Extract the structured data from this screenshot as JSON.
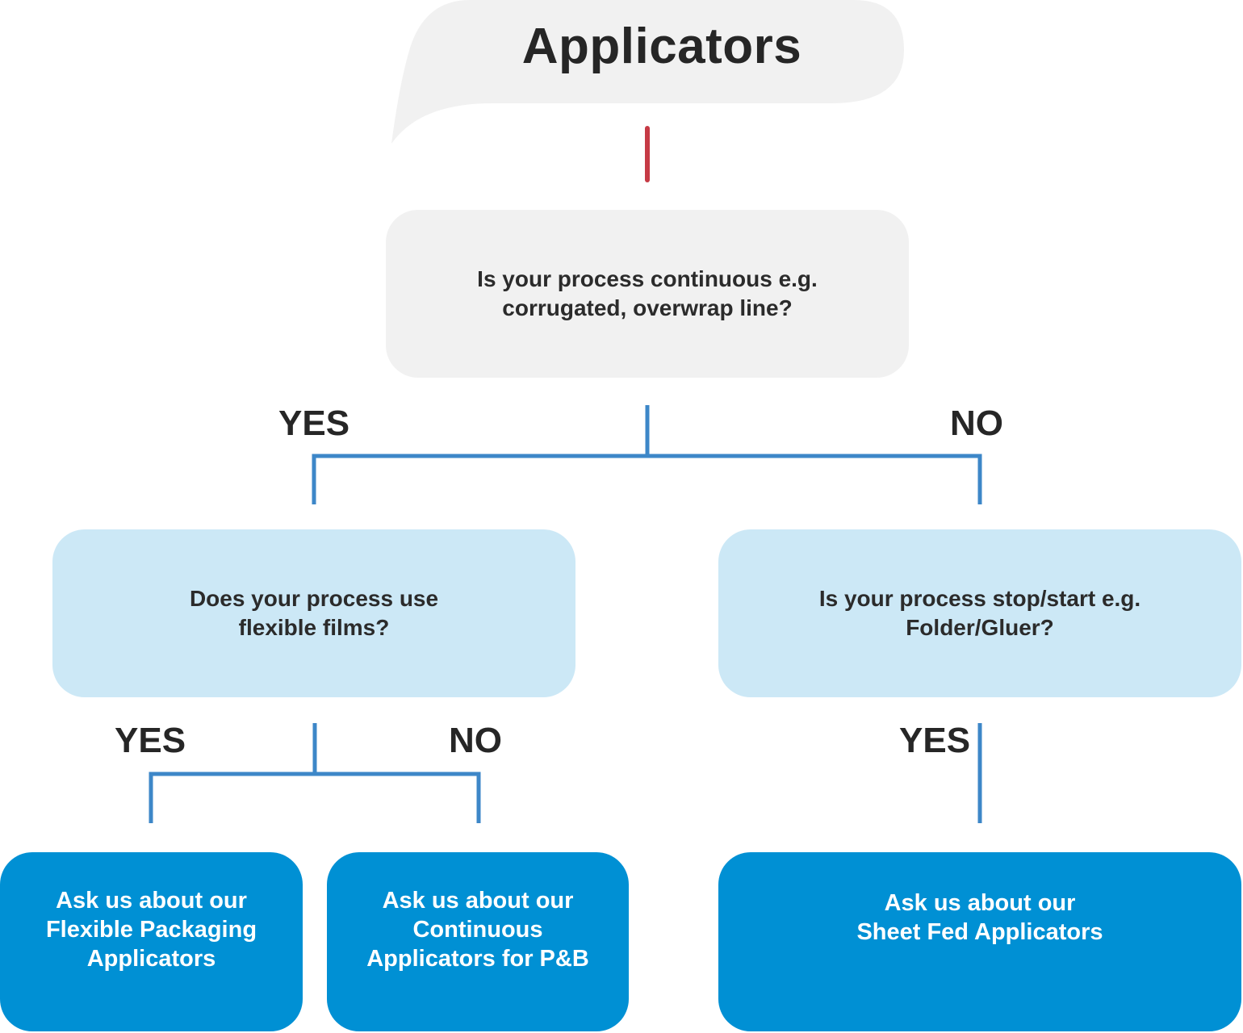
{
  "title": "Applicators",
  "colors": {
    "bubble": "#f1f1f1",
    "question_root": "#f1f1f1",
    "question_sub": "#cce8f6",
    "result": "#0090d4",
    "connector": "#3d87c8",
    "title_connector": "#c63a45",
    "text_dark": "#262626",
    "text_light": "#ffffff"
  },
  "questions": {
    "root": "Is your process continuous e.g.\ncorrugated, overwrap line?",
    "flexible": "Does your process use\nflexible films?",
    "stop_start": "Is your process stop/start e.g.\nFolder/Gluer?"
  },
  "branches": {
    "root_yes": "YES",
    "root_no": "NO",
    "flexible_yes": "YES",
    "flexible_no": "NO",
    "stop_start_yes": "YES"
  },
  "results": {
    "flexible_packaging": "Ask us about our\nFlexible Packaging\nApplicators",
    "continuous": "Ask us about our\nContinuous\nApplicators for P&B",
    "sheet_fed": "Ask us about our\nSheet Fed Applicators"
  }
}
